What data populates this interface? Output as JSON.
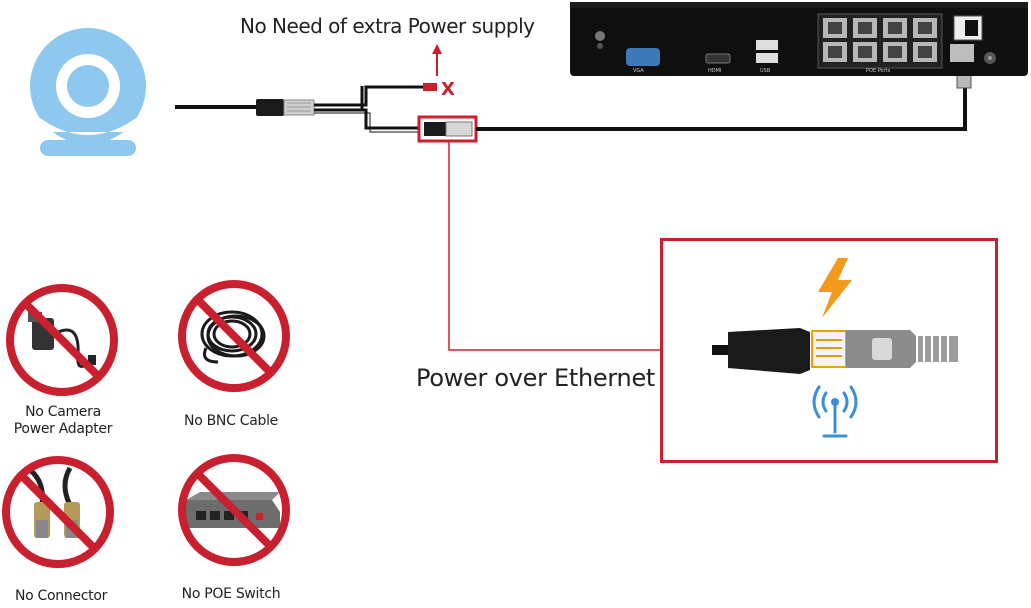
{
  "diagram": {
    "top_note": "No Need of extra Power supply",
    "poe_label": "Power over Ethernet",
    "nvr": {
      "vga": "VGA",
      "hdmi": "HDMI",
      "usb": "USB",
      "poe_ports": "POE Ports"
    },
    "not_needed": [
      {
        "line1": "No Camera",
        "line2": "Power Adapter",
        "icon": "power-adapter-icon"
      },
      {
        "line1": "No BNC Cable",
        "line2": "",
        "icon": "bnc-cable-icon"
      },
      {
        "line1": "No Connector",
        "line2": "",
        "icon": "bnc-connector-icon"
      },
      {
        "line1": "No POE Switch",
        "line2": "",
        "icon": "poe-switch-icon"
      }
    ],
    "colors": {
      "accent_red": "#c8202f",
      "camera_blue": "#8ec8ee",
      "bolt_orange": "#f29a1c",
      "antenna_blue": "#3b8fd8"
    }
  }
}
